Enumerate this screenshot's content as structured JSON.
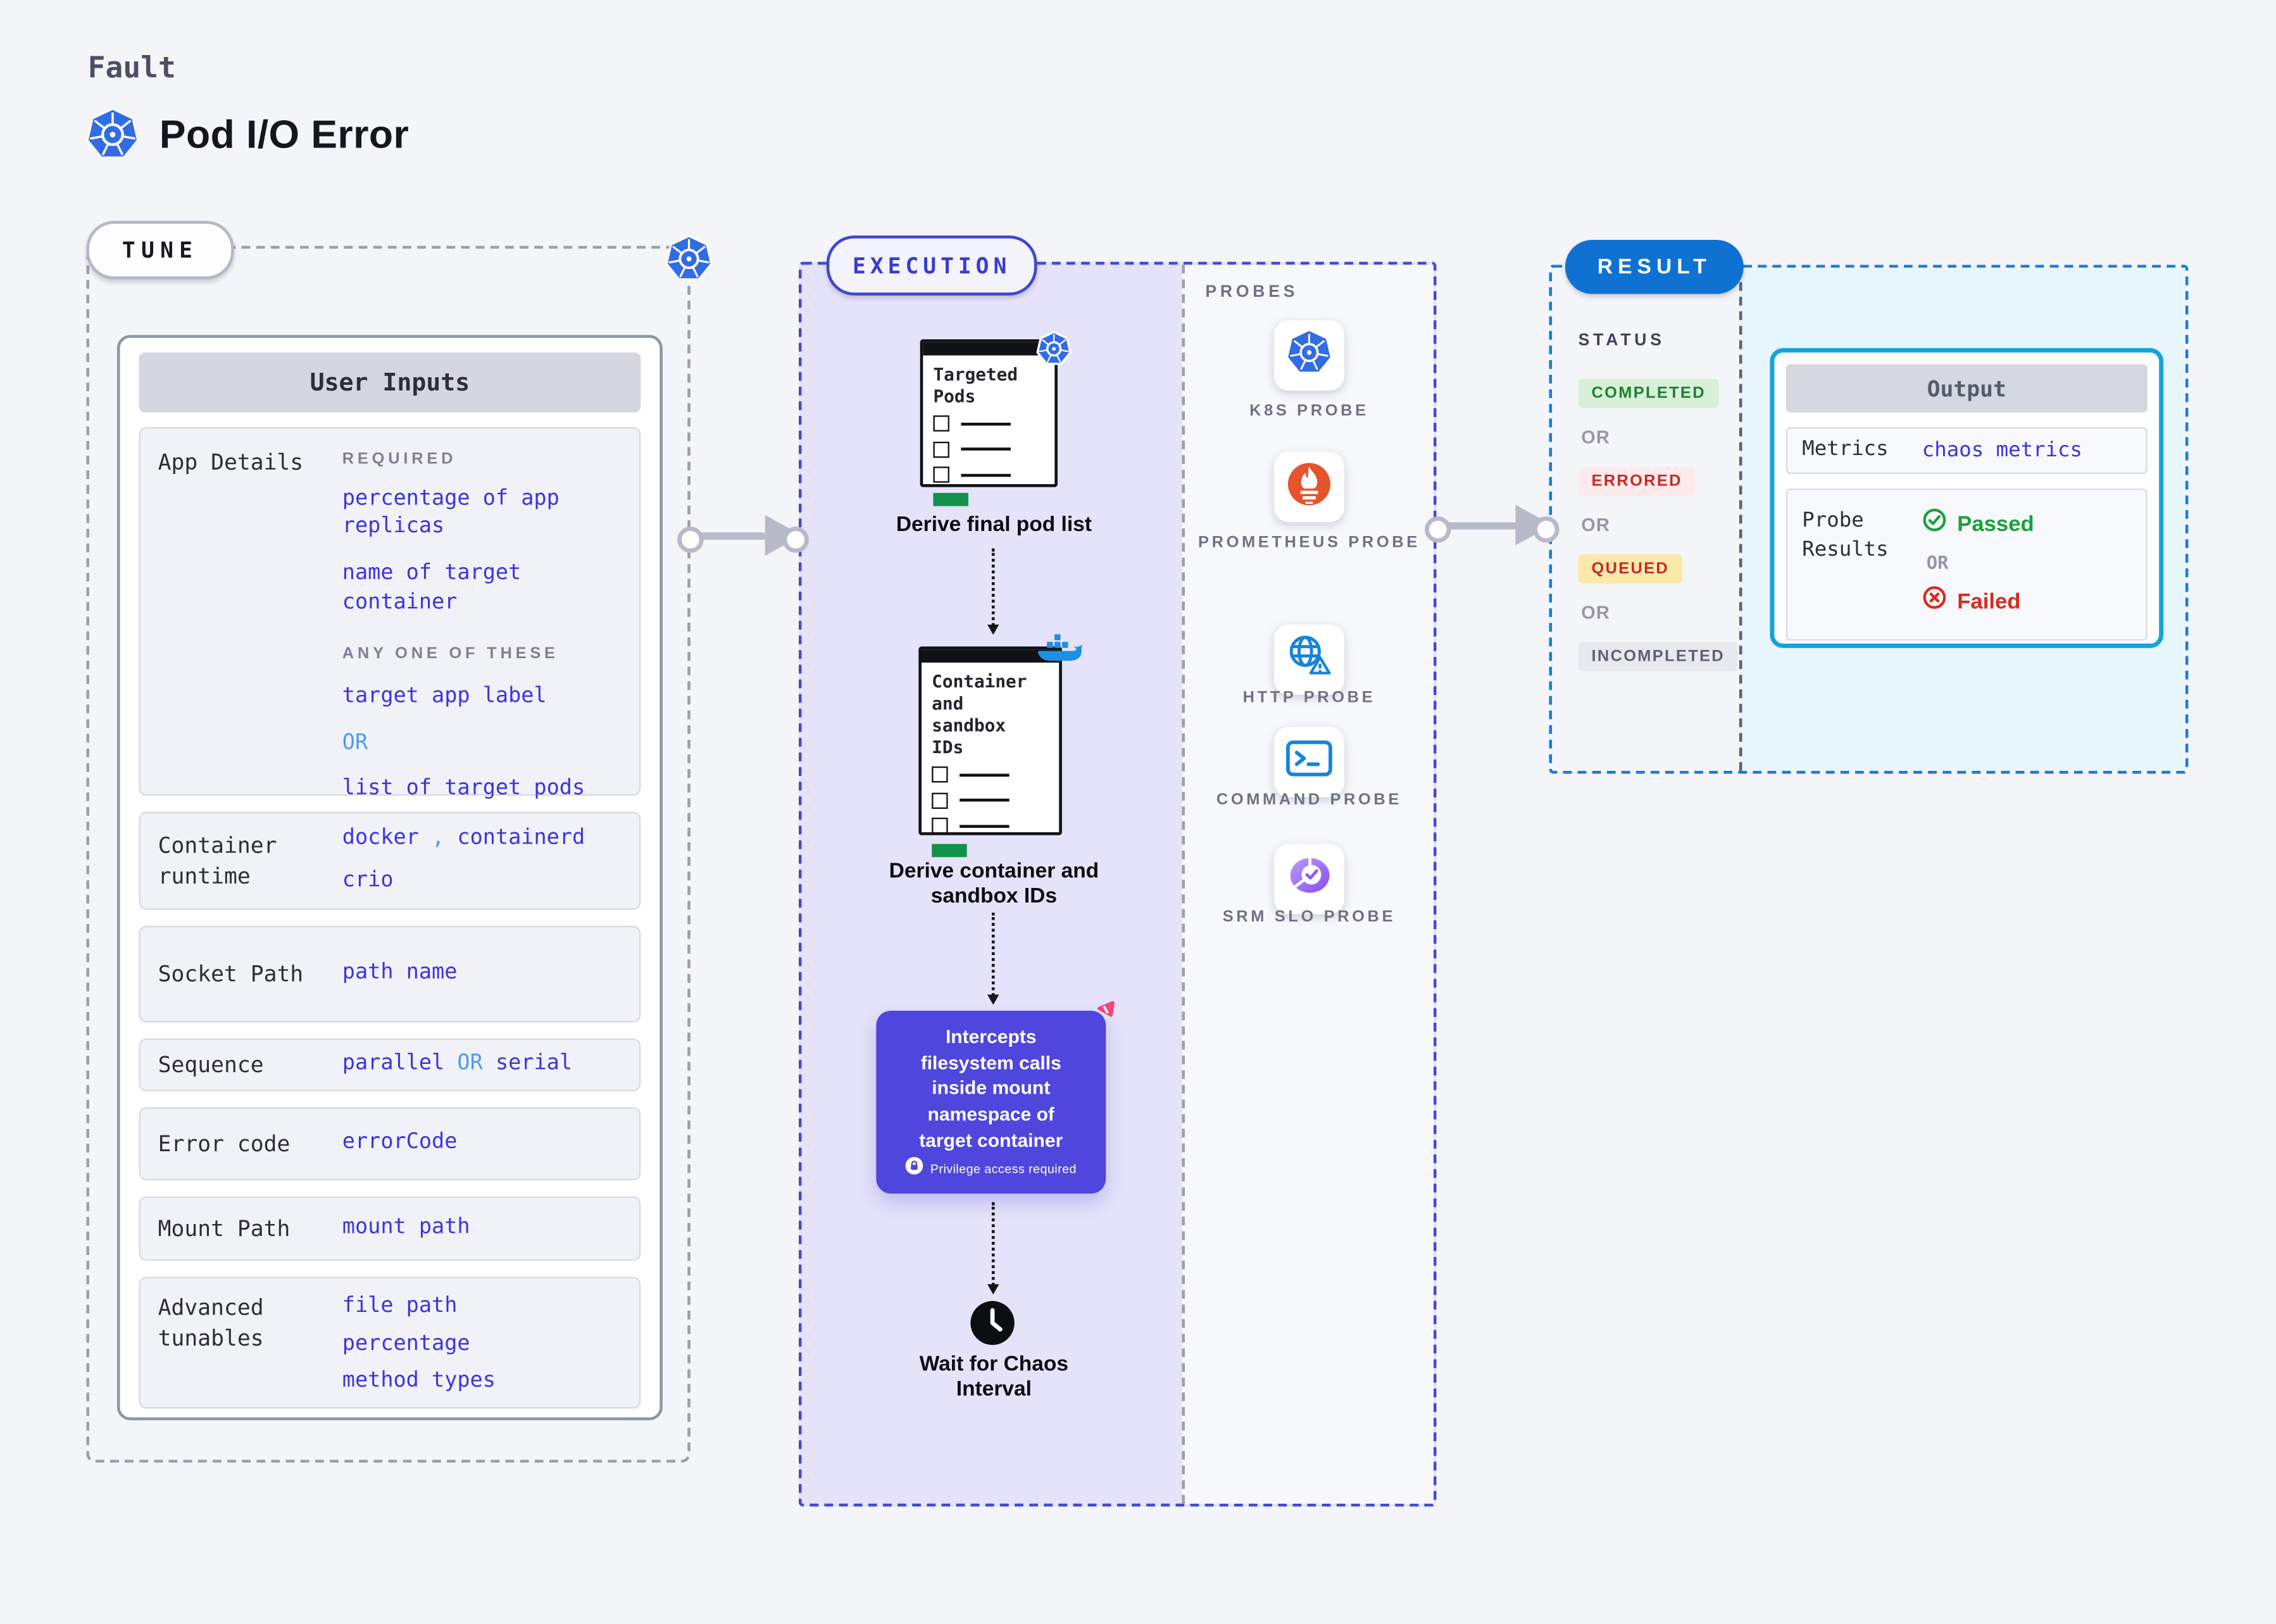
{
  "colors": {
    "page_bg": "#f4f5f9",
    "accent_blue_value": "#3d33e0",
    "accent_light_blue": "#4d9bf0",
    "execution_border": "#4549d4",
    "execution_fill": "#e4e3f9",
    "purple_step": "#4f46dd",
    "result_border": "#1a7cd6",
    "result_fill": "#e7f5fd",
    "output_border": "#14a3de",
    "completed_green": "#1d7f31",
    "errored_red": "#c5292a",
    "queued_yellow_bg": "#fbe9a9",
    "passed_green": "#17a23a",
    "failed_red": "#da2a20",
    "kubernetes_blue": "#326ce5",
    "docker_blue": "#1d90e4",
    "prometheus_orange": "#e6532d",
    "litmus_pink": "#f2477e",
    "clipboard_green_bar": "#12914b",
    "arrow_gray": "#b7bbc9"
  },
  "header": {
    "kicker": "Fault",
    "title": "Pod I/O Error"
  },
  "tune": {
    "label": "TUNE",
    "user_inputs_title": "User Inputs",
    "app_details": {
      "label": "App Details",
      "required_heading": "REQUIRED",
      "required_1": "percentage of app replicas",
      "required_2": "name of target container",
      "any_one_heading": "ANY ONE OF THESE",
      "option_1": "target app label",
      "or": "OR",
      "option_2": "list of target pods"
    },
    "container_runtime": {
      "label": "Container runtime",
      "value_1": "docker",
      "separator": ",",
      "value_2": "containerd",
      "value_3": "crio"
    },
    "socket_path": {
      "label": "Socket Path",
      "value": "path name"
    },
    "sequence": {
      "label": "Sequence",
      "value_1": "parallel",
      "or": "OR",
      "value_2": "serial"
    },
    "error_code": {
      "label": "Error code",
      "value": "errorCode"
    },
    "mount_path": {
      "label": "Mount Path",
      "value": "mount path"
    },
    "advanced_tunables": {
      "label": "Advanced tunables",
      "value_1": "file path",
      "value_2": "percentage",
      "value_3": "method types"
    }
  },
  "execution": {
    "label": "EXECUTION",
    "step_1": {
      "doc_title": "Targeted Pods",
      "caption": "Derive final pod list",
      "icon": "kubernetes-icon"
    },
    "step_2": {
      "doc_title": "Container and sandbox IDs",
      "caption": "Derive container and sandbox IDs",
      "icon": "docker-icon"
    },
    "step_3": {
      "text": "Intercepts filesystem calls inside mount namespace of target container",
      "badge": "Privilege access required",
      "icon": "litmus-chaos-icon"
    },
    "step_4": {
      "caption": "Wait for Chaos Interval",
      "icon": "clock-icon"
    }
  },
  "probes": {
    "heading": "PROBES",
    "items": [
      {
        "label": "K8S PROBE",
        "icon": "kubernetes-icon"
      },
      {
        "label": "PROMETHEUS PROBE",
        "icon": "prometheus-icon"
      },
      {
        "label": "HTTP PROBE",
        "icon": "http-globe-warning-icon"
      },
      {
        "label": "COMMAND PROBE",
        "icon": "terminal-icon"
      },
      {
        "label": "SRM SLO PROBE",
        "icon": "slo-donut-check-icon"
      }
    ]
  },
  "result": {
    "label": "RESULT",
    "status_heading": "STATUS",
    "or": "OR",
    "statuses": [
      {
        "label": "COMPLETED"
      },
      {
        "label": "ERRORED"
      },
      {
        "label": "QUEUED"
      },
      {
        "label": "INCOMPLETED"
      }
    ],
    "output": {
      "title": "Output",
      "metrics_label": "Metrics",
      "metrics_value": "chaos metrics",
      "probe_results_label": "Probe Results",
      "passed": "Passed",
      "or": "OR",
      "failed": "Failed"
    }
  }
}
